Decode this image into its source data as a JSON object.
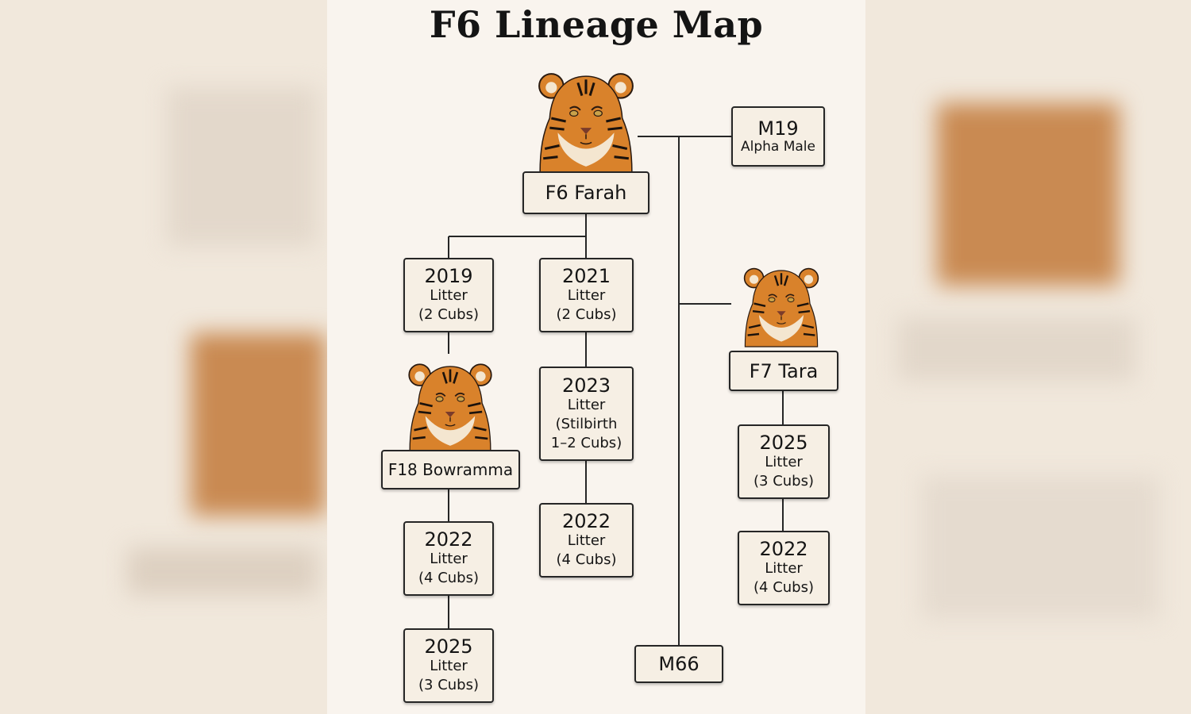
{
  "title": "F6 Lineage Map",
  "colors": {
    "background": "#f9f4ee",
    "box_fill": "#f6efe4",
    "box_border": "#262626",
    "tiger_orange": "#d9822b"
  },
  "nodes": {
    "f6": {
      "name": "F6 Farah"
    },
    "m19": {
      "name": "M19",
      "role": "Alpha Male"
    },
    "litter_2019": {
      "year": "2019",
      "label": "Litter",
      "detail": "(2 Cubs)"
    },
    "litter_2021": {
      "year": "2021",
      "label": "Litter",
      "detail": "(2 Cubs)"
    },
    "litter_2023": {
      "year": "2023",
      "label": "Litter",
      "detail1": "(Stilbirth",
      "detail2": "1–2 Cubs)"
    },
    "litter_2022_mid": {
      "year": "2022",
      "label": "Litter",
      "detail": "(4 Cubs)"
    },
    "f18": {
      "name": "F18 Bowramma"
    },
    "f18_2022": {
      "year": "2022",
      "label": "Litter",
      "detail": "(4 Cubs)"
    },
    "f18_2025": {
      "year": "2025",
      "label": "Litter",
      "detail": "(3 Cubs)"
    },
    "f7": {
      "name": "F7 Tara"
    },
    "f7_2025": {
      "year": "2025",
      "label": "Litter",
      "detail": "(3 Cubs)"
    },
    "f7_2022": {
      "year": "2022",
      "label": "Litter",
      "detail": "(4 Cubs)"
    },
    "m66": {
      "name": "M66"
    }
  },
  "icons": [
    "tiger-portrait-icon"
  ]
}
